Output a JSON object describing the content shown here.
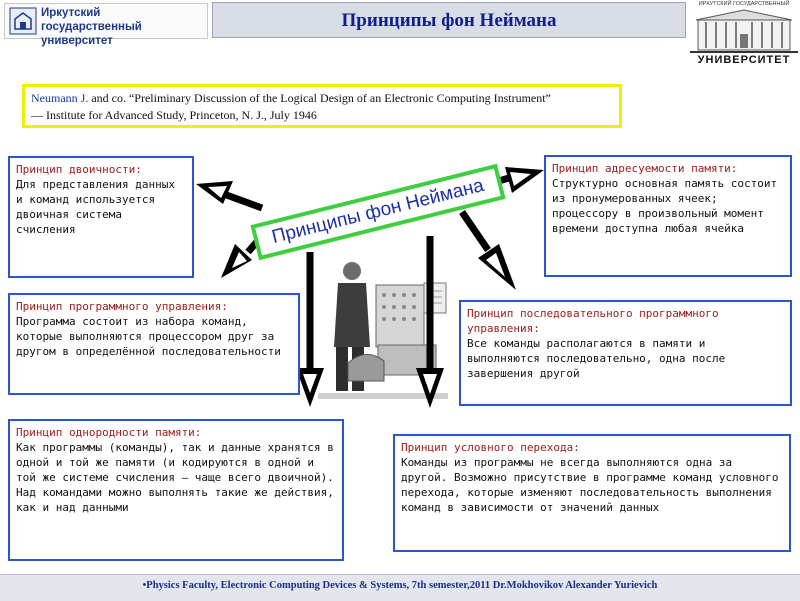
{
  "header": {
    "logo_left_line1": "Иркутский",
    "logo_left_line2": "государственный университет",
    "title": "Принципы фон Неймана",
    "logo_right_small": "ИРКУТСКИЙ ГОСУДАРСТВЕННЫЙ",
    "logo_right_big": "УНИВЕРСИТЕТ"
  },
  "citation": {
    "author": "Neumann J.",
    "line1": " and co. “Preliminary Discussion of the Logical Design of an Electronic Computing Instrument”",
    "line2": "— Institute for Advanced Study, Princeton, N. J., July 1946"
  },
  "central": {
    "label": "Принципы фон Неймана"
  },
  "principles": {
    "binary": {
      "title": "Принцип двоичности:",
      "body": "Для представления данных и команд используется двоичная система счисления"
    },
    "addressability": {
      "title": "Принцип адресуемости памяти:",
      "body": "Структурно основная память состоит из пронумерованных ячеек; процессору в произвольный момент времени доступна любая ячейка"
    },
    "program_control": {
      "title": "Принцип программного управления:",
      "body": "Программа состоит из набора команд, которые выполняются процессором друг за другом в определённой последовательности"
    },
    "sequential": {
      "title": "Принцип последовательного программного управления:",
      "body": "Все команды располагаются в памяти и выполняются последовательно, одна после завершения другой"
    },
    "homogeneity": {
      "title": "Принцип однородности памяти:",
      "body": "Как программы (команды), так и данные хранятся в одной и той же памяти (и кодируются в одной и той же системе счисления — чаще всего двоичной). Над командами можно выполнять такие же действия, как и над данными"
    },
    "conditional": {
      "title": "Принцип условного перехода:",
      "body": "Команды из программы не всегда выполняются одна за другой. Возможно присутствие в программе команд условного перехода, которые изменяют последовательность выполнения команд в зависимости от значений данных"
    }
  },
  "footer": {
    "text": "•Physics Faculty, Electronic Computing Devices & Systems, 7th semester,2011 Dr.Mokhovikov Alexander Yurievich"
  },
  "colors": {
    "box_border": "#2d55d1",
    "title_text": "#9b1b1b",
    "central_border": "#3fce3f",
    "citation_border": "#f0f000",
    "arrow": "#000000"
  }
}
